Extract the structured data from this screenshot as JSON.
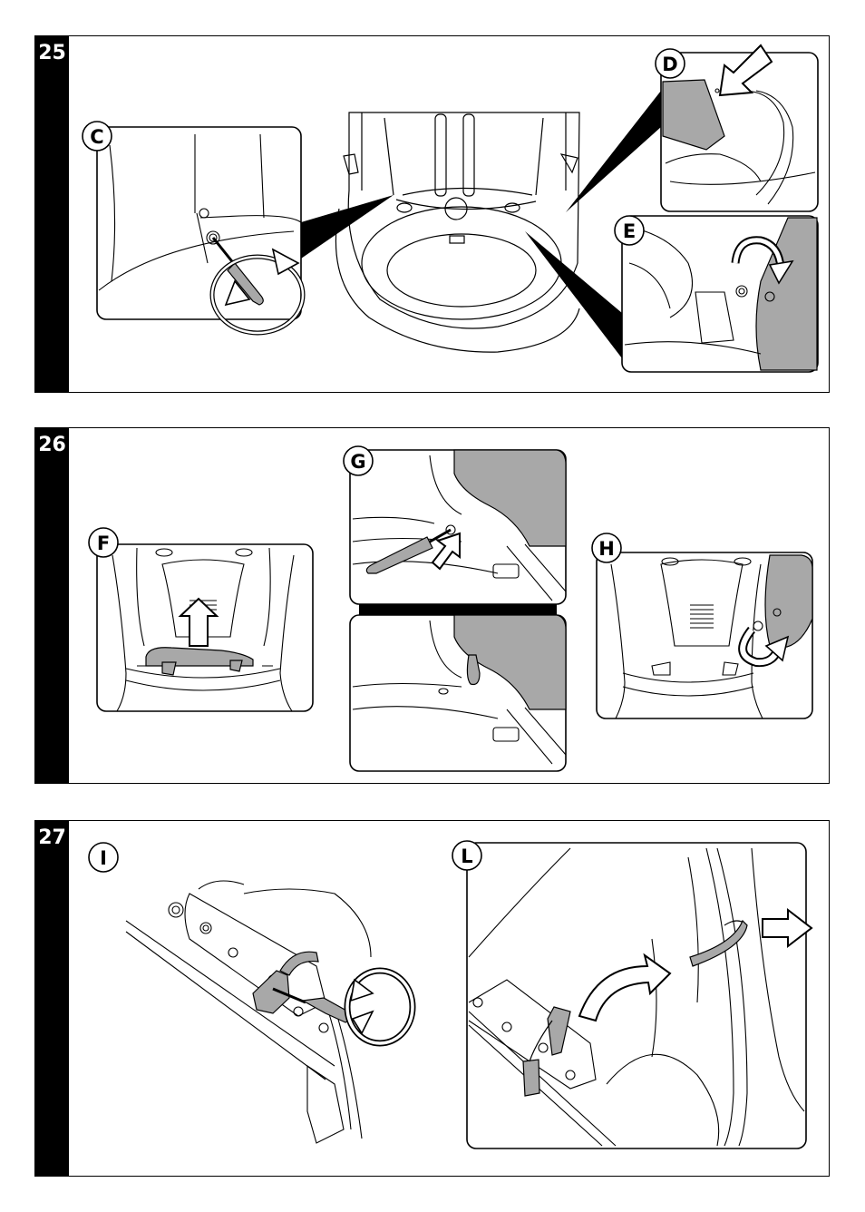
{
  "steps": [
    {
      "number": "25",
      "callouts": [
        "C",
        "D",
        "E"
      ]
    },
    {
      "number": "26",
      "callouts": [
        "F",
        "G",
        "H"
      ]
    },
    {
      "number": "27",
      "callouts": [
        "I",
        "L"
      ]
    }
  ],
  "icons": [
    "screwdriver-icon",
    "rotate-arrow-icon",
    "push-arrow-icon",
    "pull-arrow-icon"
  ],
  "colors": {
    "ink": "#000000",
    "shade": "#a8a8a8",
    "paper": "#ffffff"
  }
}
